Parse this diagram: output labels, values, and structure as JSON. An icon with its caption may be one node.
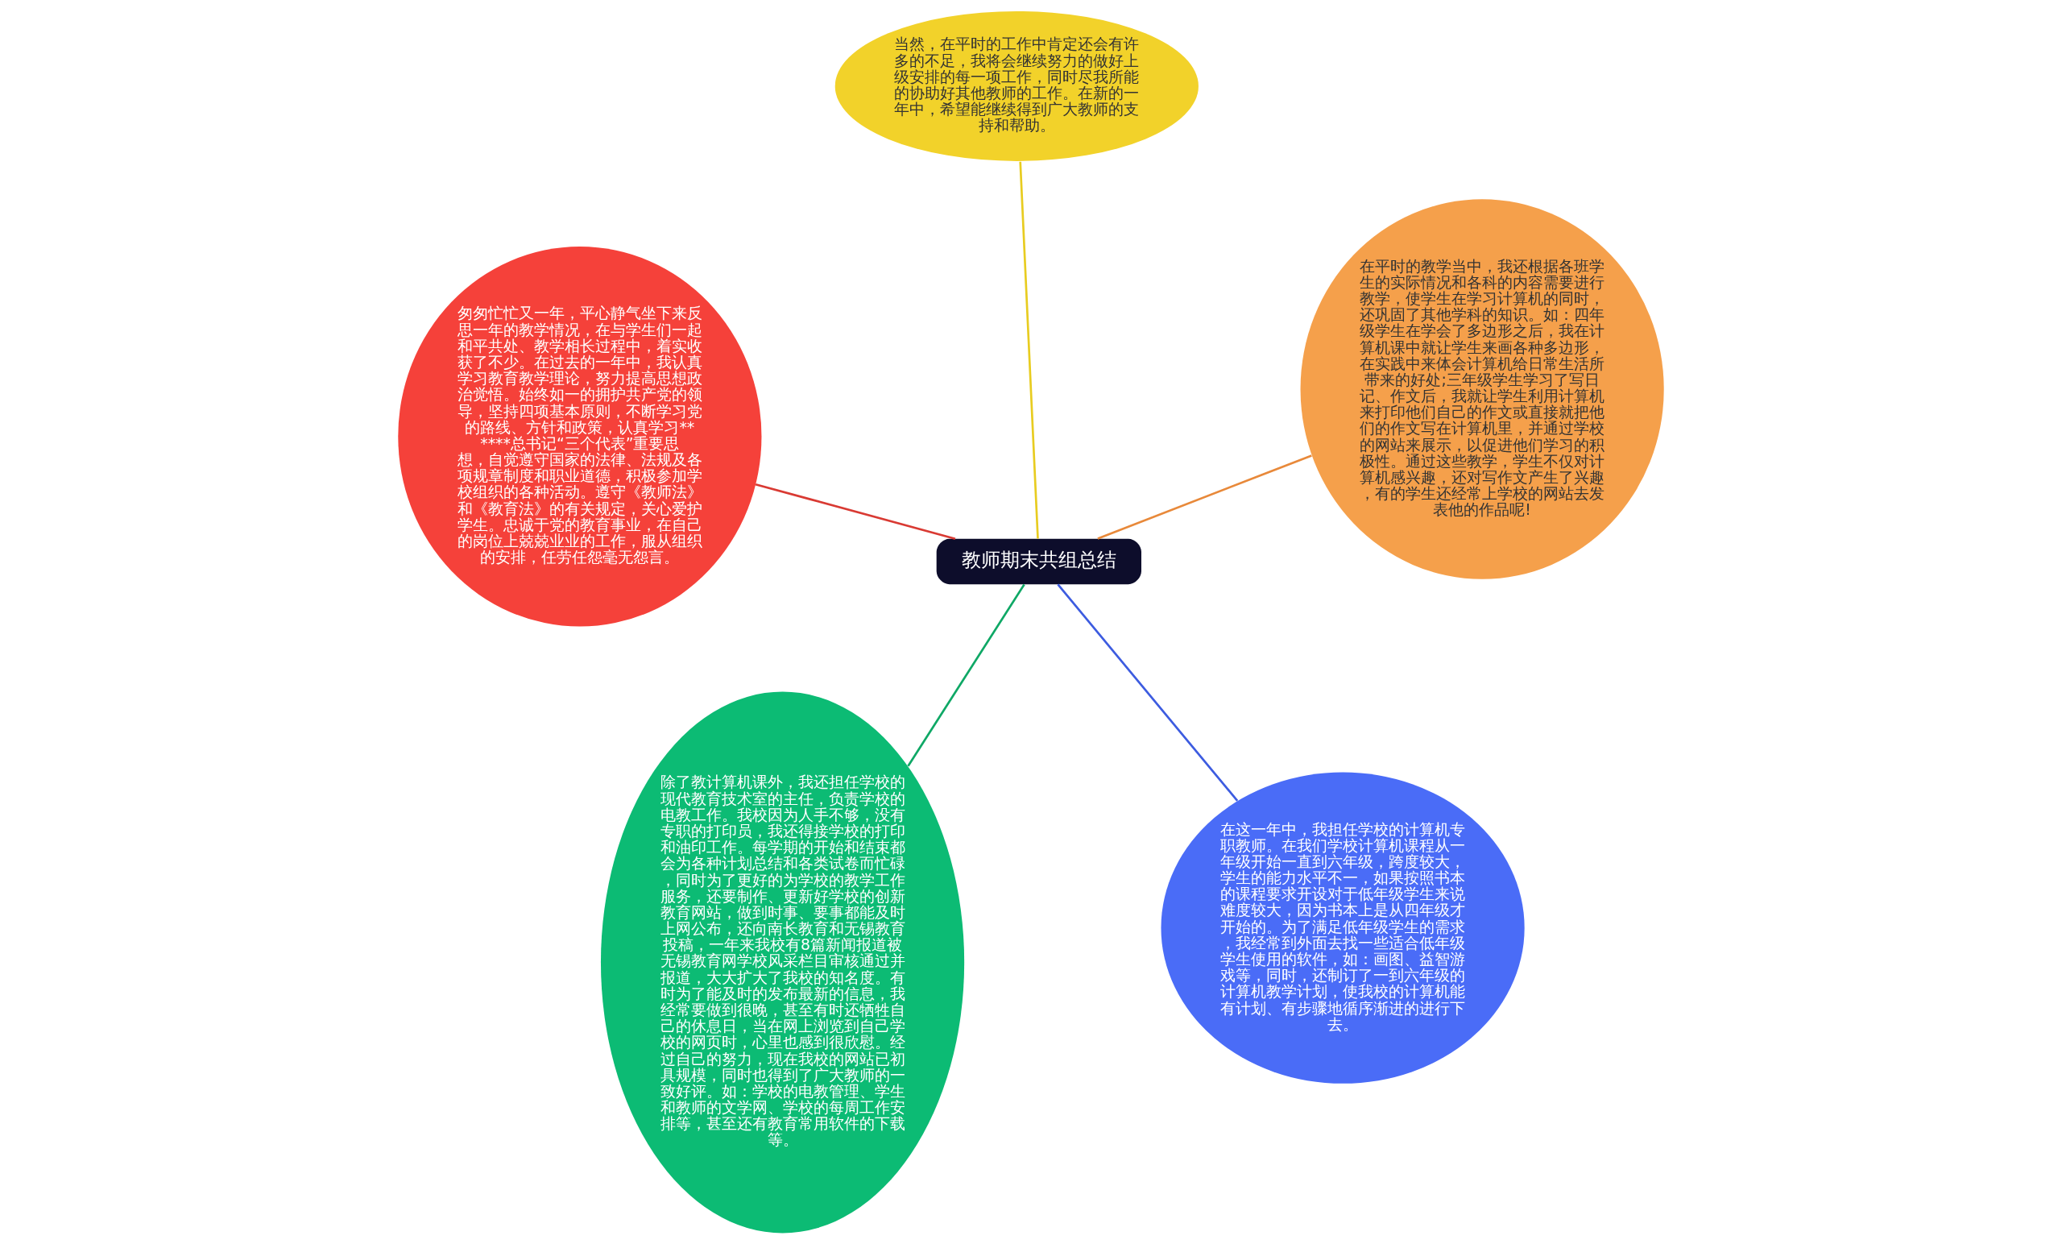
{
  "diagram": {
    "nodes": [
      {
        "text": [
          "教师期末共组总结"
        ]
      },
      {
        "text": [
          "在这一年中，我担任学校的计算机专职教师。在我们学校计算机课程从一年级开始一直到六年级，跨度较大，学生的能力水平不一，如果按照书本的课程要求开设对于低年级学生来说难度较大，因为书本上是从四年级才开始的。为了满足低年级学生的需求，我经常到外面去找一些适合低年级学生使用的软件，如：画图、益智游戏等，同时，还制订了一到六年级的计算机教学计划，使我校的计算机能有计划、有步骤地循序渐进的进行下去。"
        ]
      },
      {
        "text": [
          "除了教计算机课外，我还担任学校的现代教育技术室的主任，负责学校的电教工作。我校因为人手不够，没有专职的打印员，我还得接学校的打印和油印工作。每学期的开始和结束都会为各种计划总结和各类试卷而忙碌，同时为了更好的为学校的教学工作服务，还要制作、更新好学校的创新教育网站，做到时事、要事都能及时上网公布，还向南长教育和无锡教育投稿，一年来我校有8篇新闻报道被无锡教育网学校风采栏目审核通过并报道，大大扩大了我校的知名度。有时为了能及时的发布最新的信息，我经常要做到很晚，甚至有时还牺牲自己的休息日，当在网上浏览到自己学校的网页时，心里也感到很欣慰。经过自己的努力，现在我校的网站已初具规模，同时也得到了广大教师的一致好评。如：学校的电教管理、学生和教师的文学网、学校的每周工作安排等，甚至还有教育常用软件的下载等。"
        ]
      },
      {
        "text": [
          "匆匆忙忙又一年，平心静气坐下来反思一年的教学情况，在与学生们一起和平共处、教学相长过程中，着实收获了不少。在过去的一年中，我认真学习教育教学理论，努力提高思想政治觉悟。始终如一的拥护共产党的领导，坚持四项基本原则，不断学习党的路线、方针和政策，认真学习******总书记“三个代表”重要思想，自觉遵守国家的法律、法规及各项规章制度和职业道德，积极参加学校组织的各种活动。遵守《教师法》和《教育法》的有关规定，关心爱护学生。忠诚于党的教育事业，在自己的岗位上兢兢业业的工作，服从组织的安排，任劳任怨毫无怨言。"
        ]
      },
      {
        "text": [
          "在平时的教学当中，我还根据各班学生的实际情况和各科的内容需要进行教学，使学生在学习计算机的同时，还巩固了其他学科的知识。如：四年级学生在学会了多边形之后，我在计算机课中就让学生来画各种多边形，在实践中来体会计算机给日常生活所带来的好处;三年级学生学习了写日记、作文后，我就让学生利用计算机来打印他们自己的作文或直接就把他们的作文写在计算机里，并通过学校的网站来展示，以促进他们学习的积极性。通过这些教学，学生不仅对计算机感兴趣，还对写作文产生了兴趣，有的学生还经常上学校的网站去发表他的作品呢!"
        ]
      },
      {
        "text": [
          "当然，在平时的工作中肯定还会有许多的不足，我将会继续努力的做好上级安排的每一项工作，同时尽我所能的协助好其他教师的工作。在新的一年中，希望能继续得到广大教师的支持和帮助。"
        ]
      }
    ],
    "edges": [
      {
        "from": 0,
        "to": 1,
        "arrow": "none",
        "color": "#3d5ce0"
      },
      {
        "from": 0,
        "to": 2,
        "arrow": "none",
        "color": "#0fa866"
      },
      {
        "from": 0,
        "to": 3,
        "arrow": "none",
        "color": "#d93a33"
      },
      {
        "from": 0,
        "to": 4,
        "arrow": "none",
        "color": "#e8893a"
      },
      {
        "from": 0,
        "to": 5,
        "arrow": "none",
        "color": "#e8cc20"
      }
    ]
  }
}
